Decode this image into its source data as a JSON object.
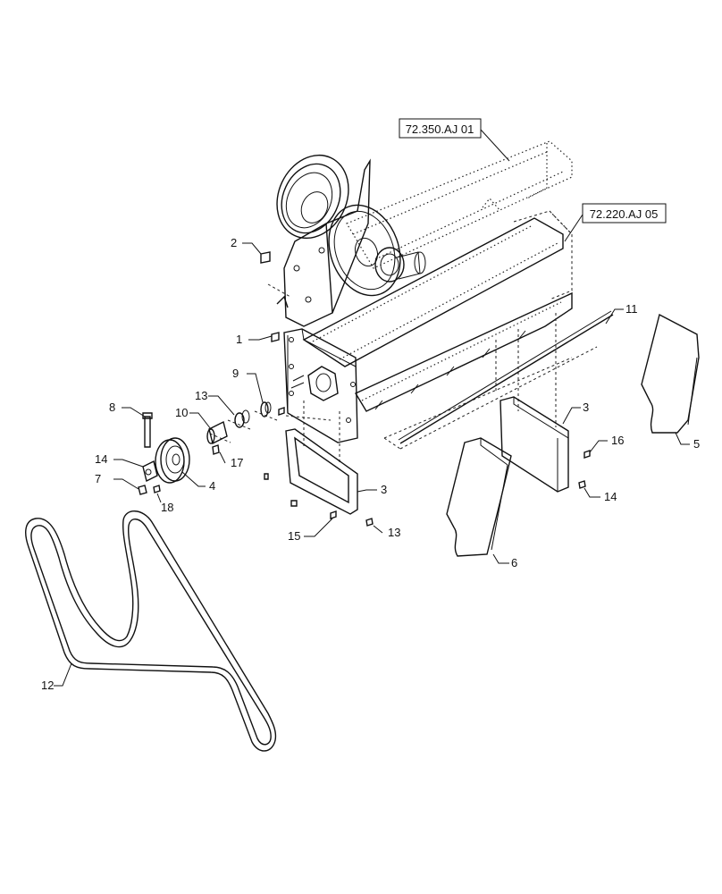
{
  "references": [
    {
      "id": "ref-72-350",
      "text": "72.350.AJ 01"
    },
    {
      "id": "ref-72-220",
      "text": "72.220.AJ 05"
    }
  ],
  "callouts": [
    {
      "key": "c1",
      "text": "1"
    },
    {
      "key": "c2",
      "text": "2"
    },
    {
      "key": "c3a",
      "text": "3"
    },
    {
      "key": "c3b",
      "text": "3"
    },
    {
      "key": "c4",
      "text": "4"
    },
    {
      "key": "c5",
      "text": "5"
    },
    {
      "key": "c6",
      "text": "6"
    },
    {
      "key": "c7",
      "text": "7"
    },
    {
      "key": "c8",
      "text": "8"
    },
    {
      "key": "c9",
      "text": "9"
    },
    {
      "key": "c10",
      "text": "10"
    },
    {
      "key": "c11",
      "text": "11"
    },
    {
      "key": "c12",
      "text": "12"
    },
    {
      "key": "c13a",
      "text": "13"
    },
    {
      "key": "c13b",
      "text": "13"
    },
    {
      "key": "c14a",
      "text": "14"
    },
    {
      "key": "c14b",
      "text": "14"
    },
    {
      "key": "c15",
      "text": "15"
    },
    {
      "key": "c16",
      "text": "16"
    },
    {
      "key": "c17",
      "text": "17"
    },
    {
      "key": "c18",
      "text": "18"
    }
  ]
}
